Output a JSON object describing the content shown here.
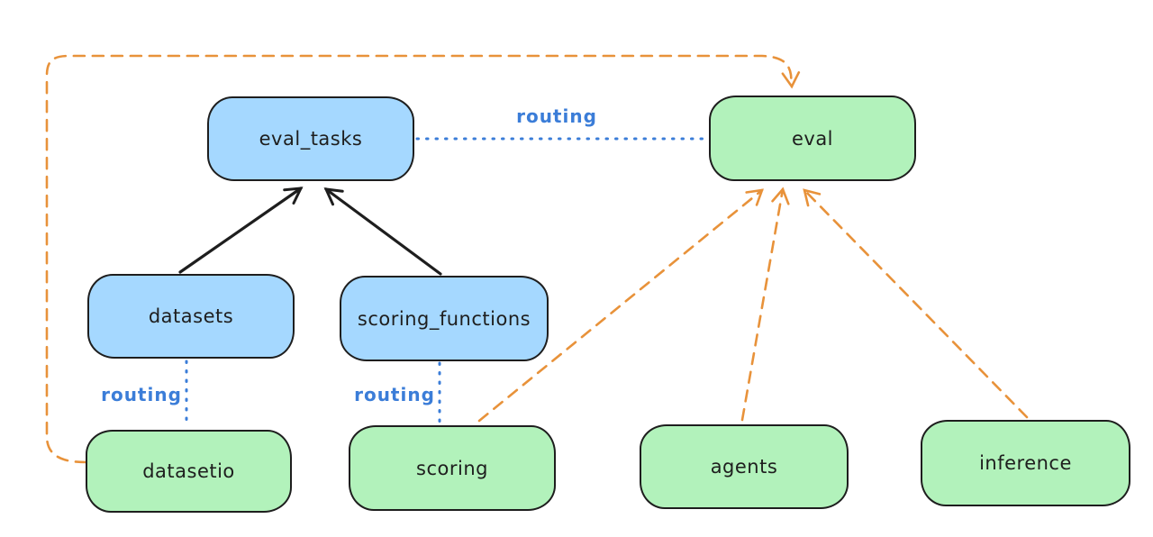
{
  "diagram": {
    "background": "#ffffff",
    "colors": {
      "blue_node_fill": "#a5d8ff",
      "green_node_fill": "#b2f2bb",
      "node_stroke": "#1e1e1e",
      "orange_edge": "#e8923a",
      "routing_blue": "#3b7dd8"
    },
    "nodes": [
      {
        "id": "eval_tasks",
        "label": "eval_tasks",
        "fill": "blue"
      },
      {
        "id": "eval",
        "label": "eval",
        "fill": "green"
      },
      {
        "id": "datasets",
        "label": "datasets",
        "fill": "blue"
      },
      {
        "id": "scoring_functions",
        "label": "scoring_functions",
        "fill": "blue"
      },
      {
        "id": "datasetio",
        "label": "datasetio",
        "fill": "green"
      },
      {
        "id": "scoring",
        "label": "scoring",
        "fill": "green"
      },
      {
        "id": "agents",
        "label": "agents",
        "fill": "green"
      },
      {
        "id": "inference",
        "label": "inference",
        "fill": "green"
      }
    ],
    "edges": [
      {
        "from": "datasets",
        "to": "eval_tasks",
        "style": "solid-arrow",
        "color": "black",
        "label": ""
      },
      {
        "from": "scoring_functions",
        "to": "eval_tasks",
        "style": "solid-arrow",
        "color": "black",
        "label": ""
      },
      {
        "from": "eval_tasks",
        "to": "eval",
        "style": "dotted",
        "color": "blue",
        "label": "routing"
      },
      {
        "from": "datasets",
        "to": "datasetio",
        "style": "dotted",
        "color": "blue",
        "label": "routing"
      },
      {
        "from": "scoring_functions",
        "to": "scoring",
        "style": "dotted",
        "color": "blue",
        "label": "routing"
      },
      {
        "from": "datasetio",
        "to": "eval",
        "style": "dashed-arrow",
        "color": "orange",
        "label": ""
      },
      {
        "from": "scoring",
        "to": "eval",
        "style": "dashed-arrow",
        "color": "orange",
        "label": ""
      },
      {
        "from": "agents",
        "to": "eval",
        "style": "dashed-arrow",
        "color": "orange",
        "label": ""
      },
      {
        "from": "inference",
        "to": "eval",
        "style": "dashed-arrow",
        "color": "orange",
        "label": ""
      }
    ]
  }
}
